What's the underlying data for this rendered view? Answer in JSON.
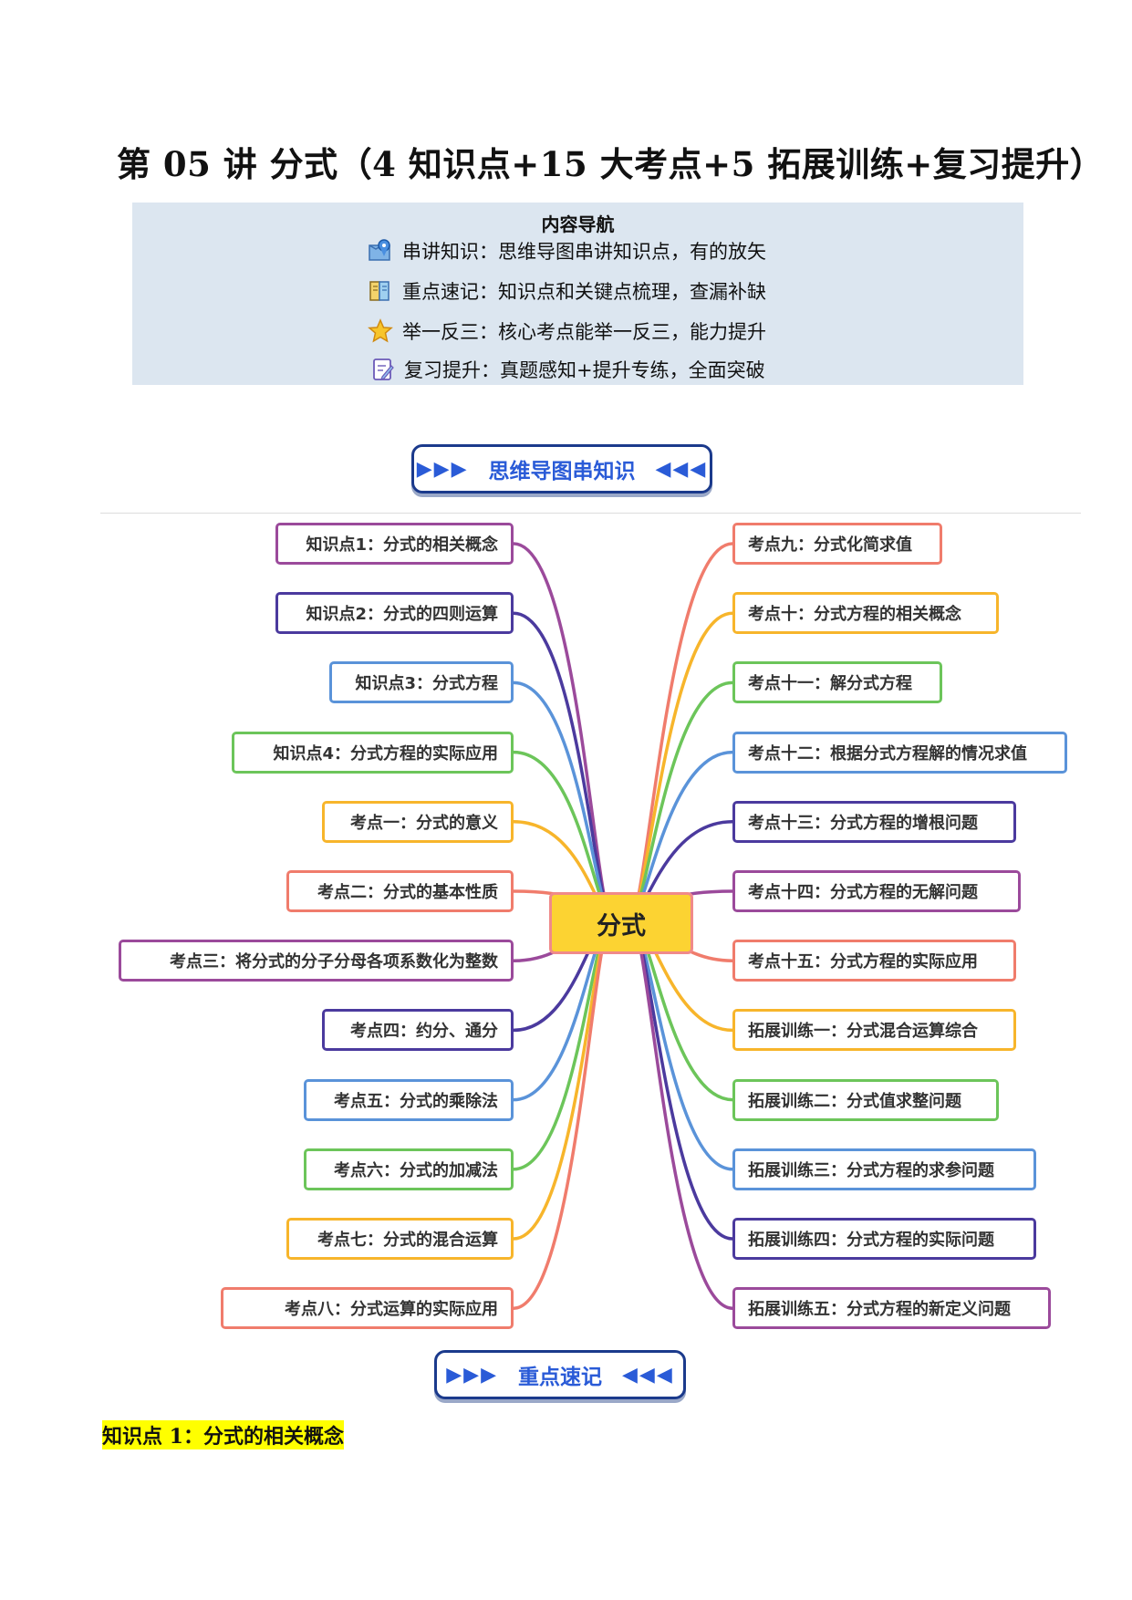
{
  "title": "第 05 讲  分式（4 知识点+15 大考点+5 拓展训练+复习提升）",
  "nav": {
    "heading": "内容导航",
    "items": [
      {
        "text": "串讲知识：思维导图串讲知识点，有的放矢",
        "icon": "map-pin-icon"
      },
      {
        "text": "重点速记：知识点和关键点梳理，查漏补缺",
        "icon": "book-icon"
      },
      {
        "text": "举一反三：核心考点能举一反三，能力提升",
        "icon": "star-icon"
      },
      {
        "text": "复习提升：真题感知+提升专练，全面突破",
        "icon": "edit-note-icon"
      }
    ]
  },
  "banners": {
    "mindmap": {
      "text": "思维导图串知识",
      "arrows_left": "▶▶▶",
      "arrows_right": "◀◀◀"
    },
    "keypoints": {
      "text": "重点速记",
      "arrows_left": "▶▶▶",
      "arrows_right": "◀◀◀"
    }
  },
  "mindmap": {
    "center": "分式",
    "left": [
      {
        "label": "知识点1：分式的相关概念",
        "color": "#9b4a9b"
      },
      {
        "label": "知识点2：分式的四则运算",
        "color": "#4b3a9e"
      },
      {
        "label": "知识点3：分式方程",
        "color": "#5a93d9"
      },
      {
        "label": "知识点4：分式方程的实际应用",
        "color": "#6cc55a"
      },
      {
        "label": "考点一：分式的意义",
        "color": "#f7b52b"
      },
      {
        "label": "考点二：分式的基本性质",
        "color": "#f07c6c"
      },
      {
        "label": "考点三：将分式的分子分母各项系数化为整数",
        "color": "#9b4a9b"
      },
      {
        "label": "考点四：约分、通分",
        "color": "#4b3a9e"
      },
      {
        "label": "考点五：分式的乘除法",
        "color": "#5a93d9"
      },
      {
        "label": "考点六：分式的加减法",
        "color": "#6cc55a"
      },
      {
        "label": "考点七：分式的混合运算",
        "color": "#f7b52b"
      },
      {
        "label": "考点八：分式运算的实际应用",
        "color": "#f07c6c"
      }
    ],
    "right": [
      {
        "label": "考点九：分式化简求值",
        "color": "#f07c6c"
      },
      {
        "label": "考点十：分式方程的相关概念",
        "color": "#f7b52b"
      },
      {
        "label": "考点十一：解分式方程",
        "color": "#6cc55a"
      },
      {
        "label": "考点十二：根据分式方程解的情况求值",
        "color": "#5a93d9"
      },
      {
        "label": "考点十三：分式方程的增根问题",
        "color": "#4b3a9e"
      },
      {
        "label": "考点十四：分式方程的无解问题",
        "color": "#9b4a9b"
      },
      {
        "label": "考点十五：分式方程的实际应用",
        "color": "#f07c6c"
      },
      {
        "label": "拓展训练一：分式混合运算综合",
        "color": "#f7b52b"
      },
      {
        "label": "拓展训练二：分式值求整问题",
        "color": "#6cc55a"
      },
      {
        "label": "拓展训练三：分式方程的求参问题",
        "color": "#5a93d9"
      },
      {
        "label": "拓展训练四：分式方程的实际问题",
        "color": "#4b3a9e"
      },
      {
        "label": "拓展训练五：分式方程的新定义问题",
        "color": "#9b4a9b"
      }
    ]
  },
  "section_heading": "知识点 1：分式的相关概念"
}
